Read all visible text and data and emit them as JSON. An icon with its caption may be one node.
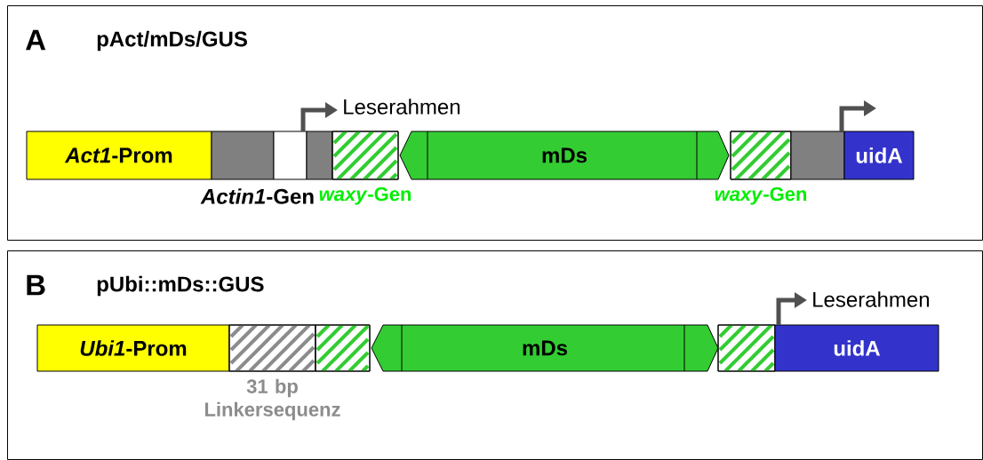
{
  "diagram": {
    "nodes": [
      {
        "text": [
          "A",
          "pAct/mDs/GUS"
        ]
      },
      {
        "text": [
          "*Act1*-Prom"
        ],
        "in": 0
      },
      {
        "text": [],
        "shape": "box",
        "in": 0
      },
      {
        "text": [],
        "shape": "box",
        "in": 0
      },
      {
        "text": [],
        "shape": "box",
        "in": 0
      },
      {
        "text": [],
        "shape": "box",
        "in": 0,
        "beside": [
          "*waxy*-Gen"
        ]
      },
      {
        "text": [
          "mDs"
        ],
        "in": 0
      },
      {
        "text": [],
        "shape": "box",
        "in": 0,
        "beside": [
          "*waxy*-Gen"
        ]
      },
      {
        "text": [],
        "shape": "box",
        "in": 0
      },
      {
        "text": [
          "uidA"
        ],
        "in": 0
      },
      {
        "text": [
          "B",
          "pUbi::mDs::GUS"
        ]
      },
      {
        "text": [
          "*Ubi1*-Prom"
        ],
        "in": 10
      },
      {
        "text": [],
        "shape": "box",
        "in": 10,
        "beside": [
          "31 bp Linkersequenz"
        ]
      },
      {
        "text": [],
        "shape": "box",
        "in": 10
      },
      {
        "text": [
          "mDs"
        ],
        "in": 10
      },
      {
        "text": [],
        "shape": "box",
        "in": 10
      },
      {
        "text": [
          "uidA"
        ],
        "in": 10
      }
    ],
    "labels": [
      "Leserahmen",
      "*Actin1*-Gen",
      "Leserahmen"
    ]
  }
}
